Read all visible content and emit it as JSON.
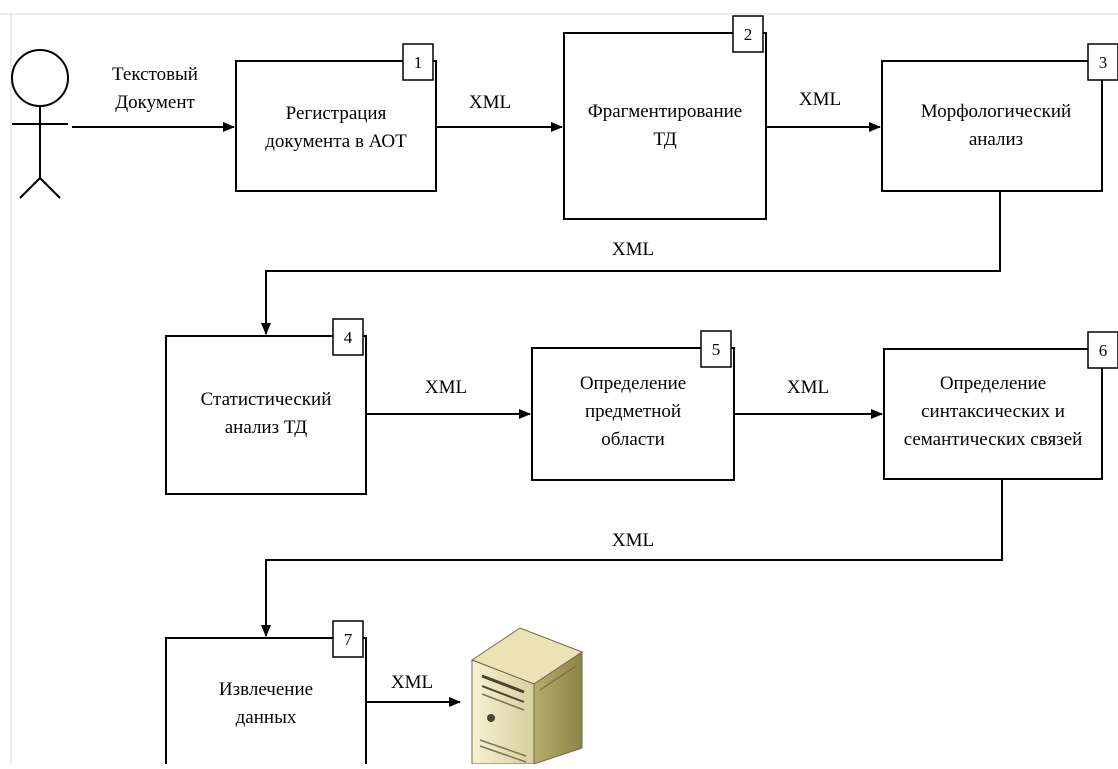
{
  "actor": {
    "label_lines": [
      "Текстовый",
      "Документ"
    ],
    "icon": "stick-figure-actor-icon"
  },
  "steps": [
    {
      "number": "1",
      "lines": [
        "Регистрация",
        "документа в АОТ"
      ]
    },
    {
      "number": "2",
      "lines": [
        "Фрагментирование",
        "ТД"
      ]
    },
    {
      "number": "3",
      "lines": [
        "Морфологический",
        "анализ"
      ]
    },
    {
      "number": "4",
      "lines": [
        "Статистический",
        "анализ ТД"
      ]
    },
    {
      "number": "5",
      "lines": [
        "Определение",
        "предметной",
        "области"
      ]
    },
    {
      "number": "6",
      "lines": [
        "Определение",
        "синтаксических и",
        "семантических связей"
      ]
    },
    {
      "number": "7",
      "lines": [
        "Извлечение",
        "данных"
      ]
    }
  ],
  "connectors": {
    "step1_to_2": "XML",
    "step2_to_3": "XML",
    "step3_to_4": "XML",
    "step4_to_5": "XML",
    "step5_to_6": "XML",
    "step6_to_7": "XML",
    "step7_to_server": "XML"
  },
  "server": {
    "icon": "server-icon"
  }
}
